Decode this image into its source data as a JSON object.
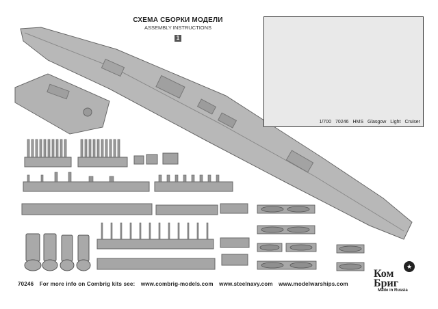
{
  "header": {
    "title_ru": "СХЕМА СБОРКИ МОДЕЛИ",
    "title_en": "ASSEMBLY INSTRUCTIONS",
    "step": "1"
  },
  "pe_sheet": {
    "scale": "1/700",
    "code": "70246",
    "prefix": "HMS",
    "ship": "Glasgow",
    "type1": "Light",
    "type2": "Cruiser"
  },
  "footer": {
    "code": "70246",
    "text": "For more info on Combrig kits see:",
    "links": [
      "www.combrig-models.com",
      "www.steelnavy.com",
      "www.modelwarships.com"
    ]
  },
  "logo": {
    "line1": "Ком",
    "line2": "Бриг",
    "made": "Made in Russia",
    "badge": "★"
  }
}
